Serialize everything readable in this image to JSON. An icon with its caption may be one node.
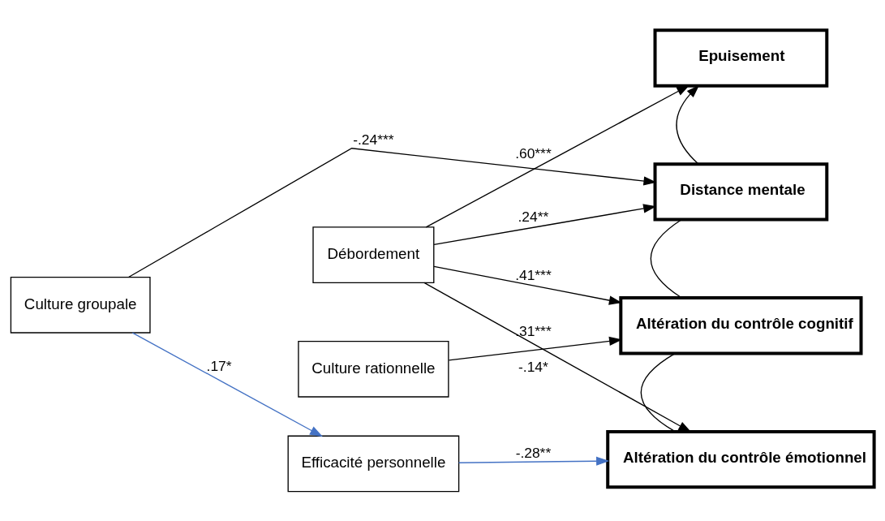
{
  "diagram": {
    "nodes": [
      {
        "text": [
          "Débordement"
        ]
      },
      {
        "text": [
          "Culture groupale"
        ]
      },
      {
        "text": [
          "Efficacité personnelle"
        ]
      },
      {
        "text": [
          "Culture rationnelle"
        ]
      },
      {
        "text": [
          "Epuisement"
        ]
      },
      {
        "text": [
          "Distance mentale"
        ]
      },
      {
        "text": [
          "Altération du contrôle cognitif"
        ]
      },
      {
        "text": [
          "Altération du contrôle émotionnel"
        ]
      }
    ],
    "edges": [
      {
        "from": 0,
        "to": 4,
        "arrow": "to",
        "label": ".60***"
      },
      {
        "from": 0,
        "to": 5,
        "arrow": "to",
        "label": ".24**"
      },
      {
        "from": 1,
        "to": 5,
        "arrow": "to",
        "label": "-.24***"
      },
      {
        "from": 1,
        "to": 2,
        "arrow": "to",
        "label": ".17*",
        "color": "#4472c4"
      },
      {
        "from": 0,
        "to": 6,
        "arrow": "to",
        "label": ".41***"
      },
      {
        "from": 2,
        "to": 7,
        "arrow": "to",
        "label": "-.28**",
        "color": "#4472c4"
      },
      {
        "from": 0,
        "to": 7,
        "arrow": "to",
        "label": ".31***"
      },
      {
        "from": 3,
        "to": 6,
        "arrow": "to",
        "label": "-.14*"
      },
      {
        "from": 5,
        "to": 4,
        "arrow": "to"
      },
      {
        "from": 5,
        "to": 6,
        "arrow": "none"
      },
      {
        "from": 6,
        "to": 7,
        "arrow": "none"
      }
    ]
  }
}
